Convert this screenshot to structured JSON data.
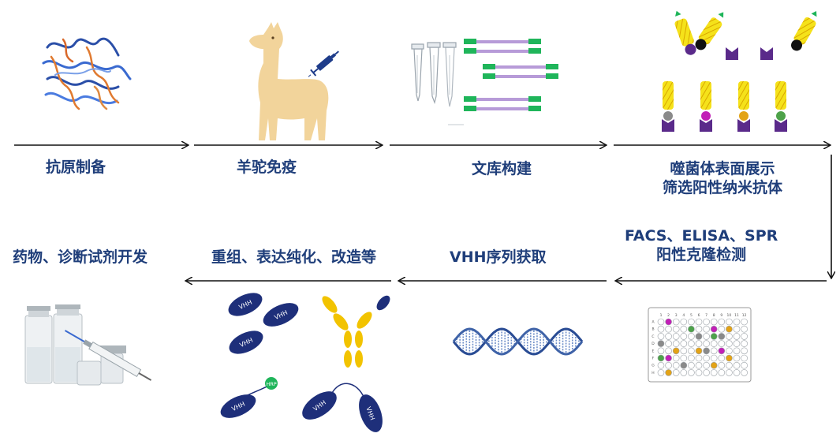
{
  "steps": [
    {
      "label": "抗原制备"
    },
    {
      "label": "羊驼免疫"
    },
    {
      "label": "文库构建"
    },
    {
      "label_line1": "噬菌体表面展示",
      "label_line2": "筛选阳性纳米抗体"
    },
    {
      "label_line1": "FACS、ELISA、SPR",
      "label_line2": "阳性克隆检测"
    },
    {
      "label": "VHH序列获取"
    },
    {
      "label": "重组、表达纯化、改造等"
    },
    {
      "label": "药物、诊断试剂开发"
    }
  ],
  "icon_text": {
    "vhh": "VHH",
    "hrp": "HRP",
    "plate_rows": [
      "A",
      "B",
      "C",
      "D",
      "E",
      "F",
      "G",
      "H"
    ],
    "plate_cols": [
      "1",
      "2",
      "3",
      "4",
      "5",
      "6",
      "7",
      "8",
      "9",
      "10",
      "11",
      "12"
    ]
  },
  "colors": {
    "label": "#1f3e7a",
    "vhh_blue": "#1e2f7a",
    "antibody_yellow": "#f2c300",
    "library_purple": "#b79bd8",
    "library_green": "#1fb55a",
    "phage_purple": "#5a2a8a",
    "llama_tan": "#f2d49b"
  }
}
